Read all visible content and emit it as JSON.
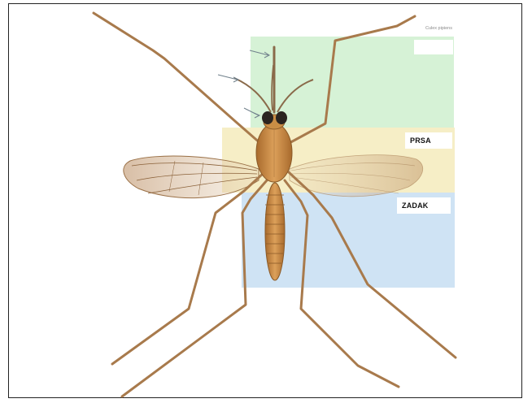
{
  "credit": "Culex pipiens",
  "labels": {
    "head": "",
    "thorax": "PRSA",
    "abdomen": "ZADAK"
  },
  "colors": {
    "head_region": "#d6f2d6",
    "thorax_region": "#f6eec6",
    "abdomen_region": "#cfe3f4",
    "body": "#c98d45",
    "legs": "#a87a4c",
    "eyes": "#2b2420",
    "arrows": "#6f7f8a"
  }
}
